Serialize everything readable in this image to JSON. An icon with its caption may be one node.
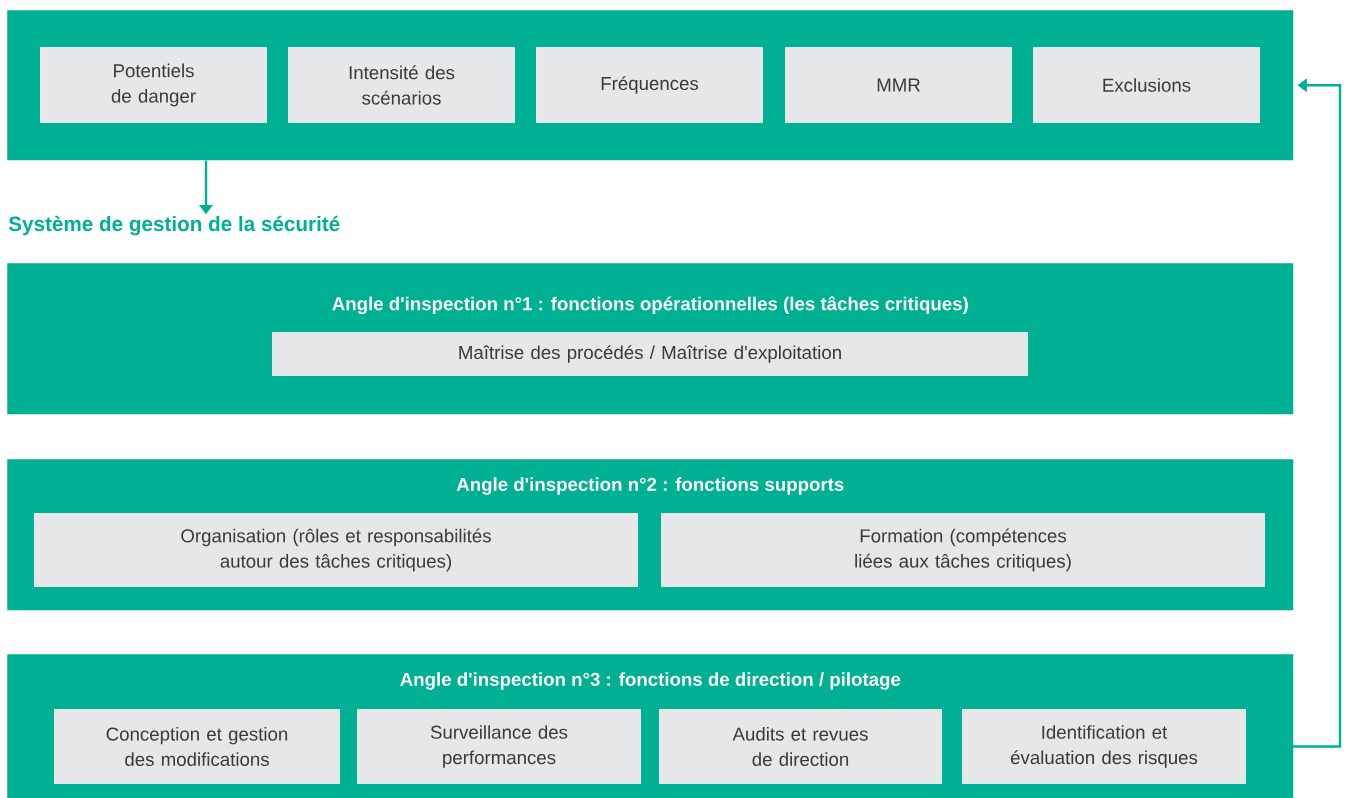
{
  "diagram": {
    "nodes": [
      {
        "text": [],
        "shape": "box"
      },
      {
        "text": [
          "Potentiels de danger"
        ],
        "in": 0
      },
      {
        "text": [
          "Intensité des scénarios"
        ],
        "in": 0
      },
      {
        "text": [
          "Fréquences"
        ],
        "in": 0
      },
      {
        "text": [
          "MMR"
        ],
        "in": 0
      },
      {
        "text": [
          "Exclusions"
        ],
        "in": 0
      },
      {
        "text": [
          "Système de gestion de la sécurité"
        ]
      },
      {
        "text": [
          "Angle d'inspection n°1 : fonctions opérationnelles (les tâches critiques)"
        ]
      },
      {
        "text": [
          "Maîtrise des procédés / Maîtrise d'exploitation"
        ],
        "in": 7
      },
      {
        "text": [
          "Angle d'inspection n°2 : fonctions supports"
        ]
      },
      {
        "text": [
          "Organisation (rôles et responsabilités autour des tâches critiques)"
        ],
        "in": 9
      },
      {
        "text": [
          "Formation (compétences liées aux tâches critiques)"
        ],
        "in": 9
      },
      {
        "text": [
          "Angle d'inspection n°3 : fonctions de direction / pilotage"
        ]
      },
      {
        "text": [
          "Conception et gestion des modifications"
        ],
        "in": 12
      },
      {
        "text": [
          "Surveillance des performances"
        ],
        "in": 12
      },
      {
        "text": [
          "Audits et revues de direction"
        ],
        "in": 12
      },
      {
        "text": [
          "Identification et évaluation des risques"
        ],
        "in": 12
      }
    ],
    "edges": [
      {
        "from": 0,
        "to": 6,
        "arrow": "to"
      },
      {
        "from": 16,
        "to": 0,
        "arrow": "to"
      }
    ]
  }
}
